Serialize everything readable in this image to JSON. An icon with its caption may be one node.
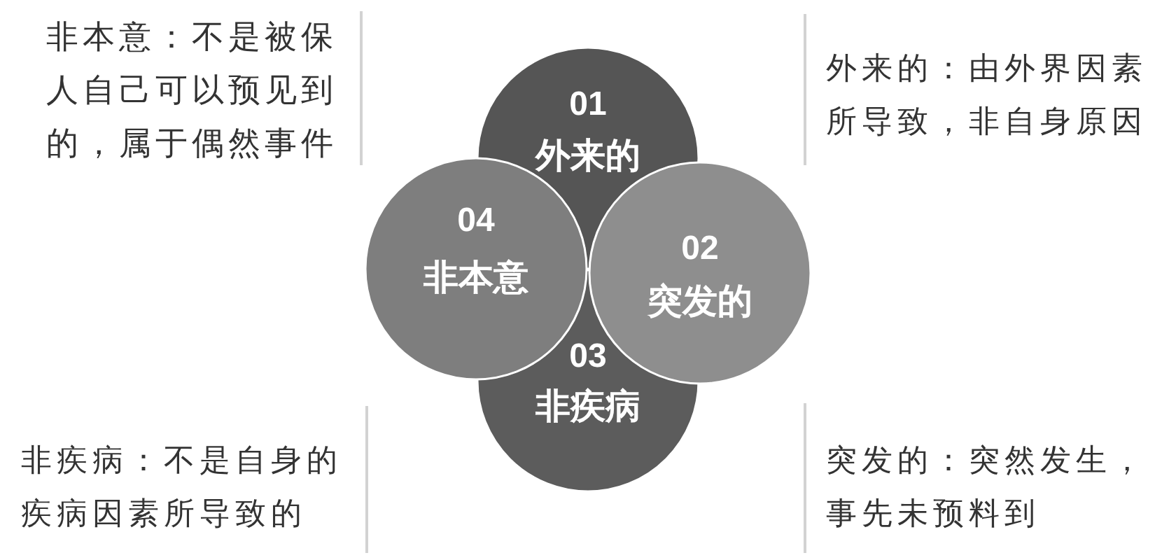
{
  "diagram": {
    "nodes": [
      {
        "text": [
          "01",
          "外来的"
        ]
      },
      {
        "text": [
          "02",
          "突发的"
        ]
      },
      {
        "text": [
          "03",
          "非疾病"
        ]
      },
      {
        "text": [
          "04",
          "非本意"
        ]
      }
    ],
    "labels": [
      "非本意：不是被保人自己可以预见到的，属于偶然事件",
      "外来的：由外界因素所导致，非自身原因",
      "非疾病：不是自身的疾病因素所导致的",
      "突发的：突然发生，事先未预料到"
    ]
  }
}
